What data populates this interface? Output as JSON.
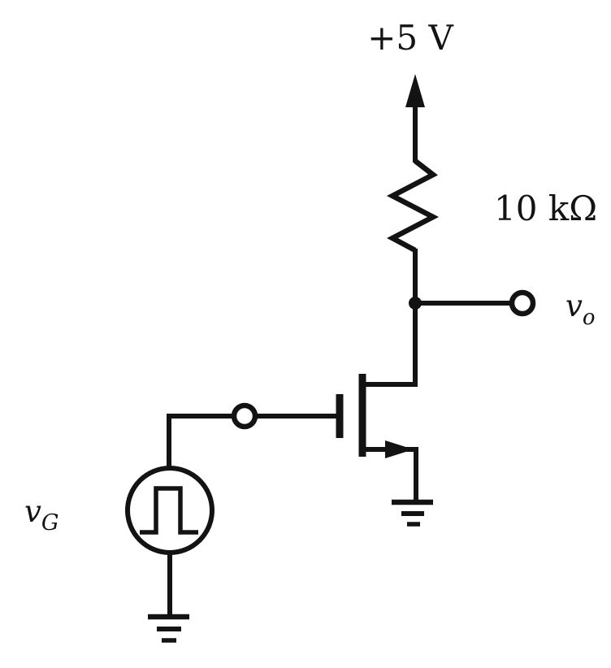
{
  "page": {
    "background_color": "#ffffff",
    "ink_color": "#131313"
  },
  "diagram": {
    "kind": "circuit-schematic",
    "subject": "NMOS transistor inverter with drain resistor and pulse input source",
    "labels": {
      "supply_voltage": "+5 V",
      "resistor_value": "10 kΩ",
      "output_label": {
        "base": "v",
        "sub": "o"
      },
      "input_label": {
        "base": "v",
        "sub": "G"
      }
    },
    "components": [
      {
        "name": "power-supply-arrow",
        "label": "+5 V"
      },
      {
        "name": "resistor",
        "label": "10 kΩ"
      },
      {
        "name": "output-node-dot"
      },
      {
        "name": "output-terminal-circle",
        "label": "vo"
      },
      {
        "name": "nmos-transistor"
      },
      {
        "name": "gate-terminal-circle"
      },
      {
        "name": "pulse-voltage-source",
        "label": "vG"
      },
      {
        "name": "transistor-source-ground"
      },
      {
        "name": "pulse-source-ground"
      }
    ]
  }
}
